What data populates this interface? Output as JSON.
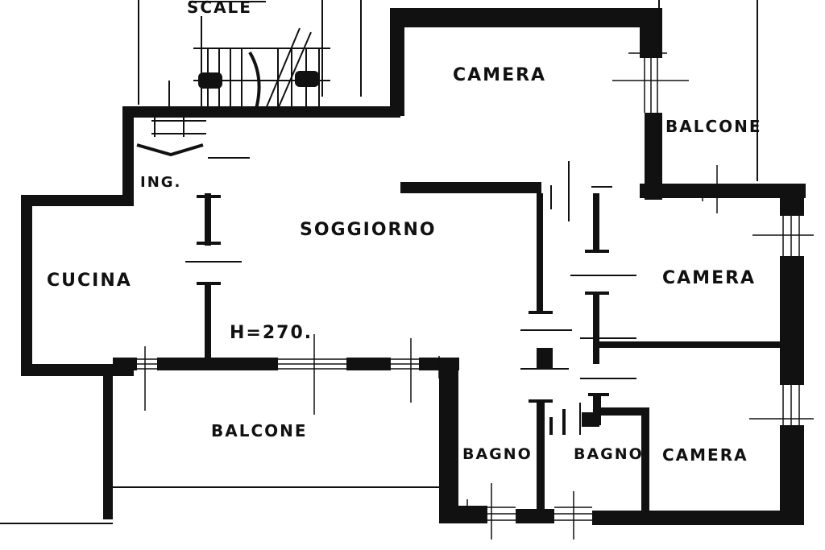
{
  "labels": {
    "scale": "SCALE",
    "camera_top": "CAMERA",
    "balcone_right": "BALCONE",
    "ingresso": "ING.",
    "soggiorno": "SOGGIORNO",
    "cucina": "CUCINA",
    "camera_mid": "CAMERA",
    "altezza": "H=270.",
    "balcone_bottom": "BALCONE",
    "bagno_1": "BAGNO",
    "bagno_2": "BAGNO",
    "camera_bottom": "CAMERA"
  },
  "colors": {
    "ink": "#111111",
    "paper": "#ffffff"
  }
}
